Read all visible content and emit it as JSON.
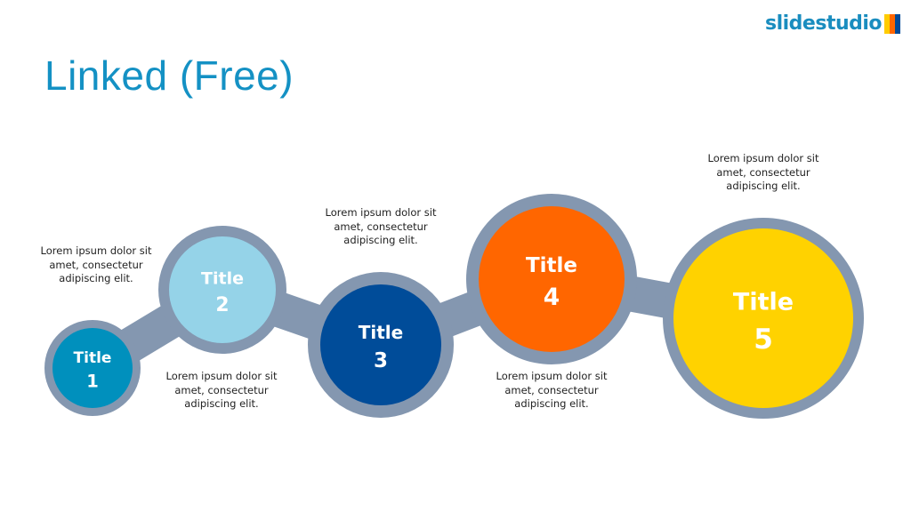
{
  "slide": {
    "title": "Linked (Free)"
  },
  "logo": {
    "text": "slidestudio",
    "colors": [
      "#ffcc00",
      "#ff6600",
      "#004a99"
    ]
  },
  "colors": {
    "ring": "#8497b0",
    "title": "#1491c4"
  },
  "steps": [
    {
      "title": "Title",
      "number": "1",
      "color": "#0090bd",
      "description": "Lorem ipsum dolor sit amet, consectetur adipiscing elit."
    },
    {
      "title": "Title",
      "number": "2",
      "color": "#95d3e8",
      "description": "Lorem ipsum dolor sit amet, consectetur adipiscing elit."
    },
    {
      "title": "Title",
      "number": "3",
      "color": "#004c99",
      "description": "Lorem ipsum dolor sit amet, consectetur adipiscing elit."
    },
    {
      "title": "Title",
      "number": "4",
      "color": "#ff6600",
      "description": "Lorem ipsum dolor sit amet, consectetur adipiscing elit."
    },
    {
      "title": "Title",
      "number": "5",
      "color": "#ffd200",
      "description": "Lorem ipsum dolor sit amet, consectetur adipiscing elit."
    }
  ]
}
